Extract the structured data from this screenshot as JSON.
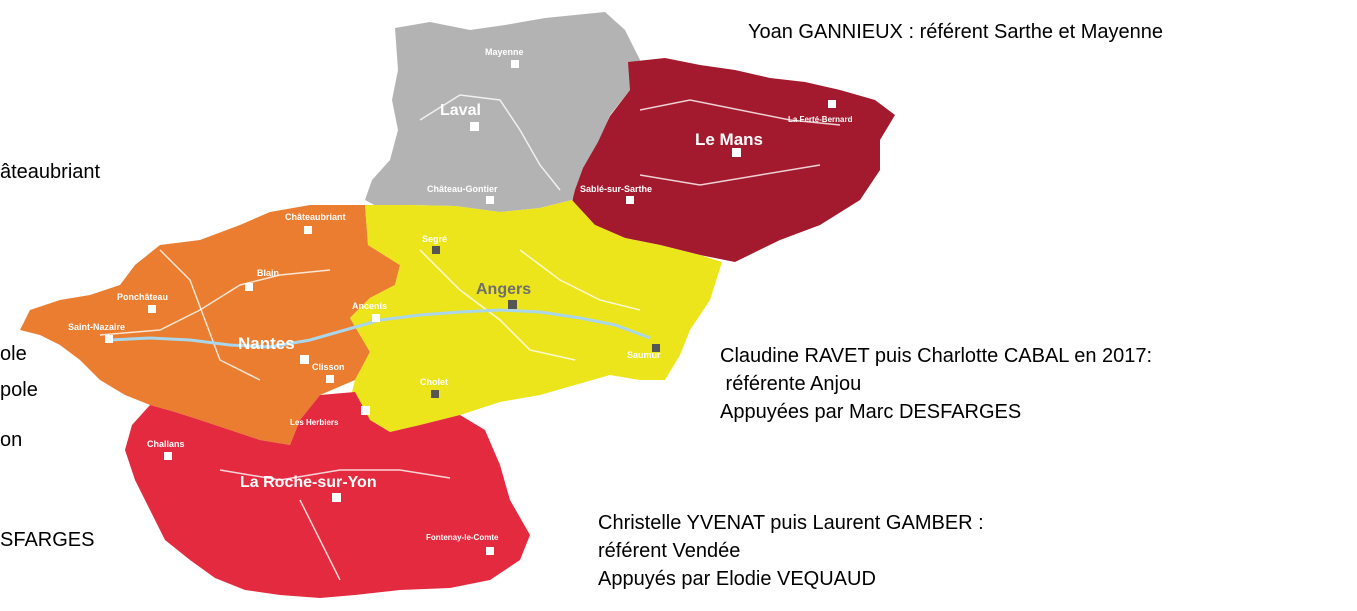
{
  "colors": {
    "mayenne": "#b3b3b3",
    "sarthe": "#a3192d",
    "loire_atlantique": "#ea7d2f",
    "maine_et_loire": "#ede51c",
    "vendee": "#e32a3e",
    "river": "#a9d6ea"
  },
  "cities": {
    "mayenne": "Mayenne",
    "laval": "Laval",
    "chateau_gontier": "Château-Gontier",
    "la_ferte_bernard": "La Ferté-Bernard",
    "le_mans": "Le Mans",
    "sable": "Sablé-sur-Sarthe",
    "chateaubriant": "Châteaubriant",
    "segre": "Segré",
    "blain": "Blain",
    "pontchateau": "Ponchâteau",
    "ancenis": "Ancenis",
    "angers": "Angers",
    "saint_nazaire": "Saint-Nazaire",
    "nantes": "Nantes",
    "saumur": "Saumur",
    "clisson": "Clisson",
    "cholet": "Cholet",
    "les_herbiers": "Les Herbiers",
    "challans": "Challans",
    "la_roche": "La Roche-sur-Yon",
    "fontenay": "Fontenay-le-Comte"
  },
  "annotations": {
    "sarthe_mayenne": "Yoan GANNIEUX : référent Sarthe et Mayenne",
    "anjou": [
      "Claudine RAVET puis Charlotte CABAL en 2017:",
      " référente Anjou",
      "Appuyées par Marc DESFARGES"
    ],
    "vendee": [
      "Christelle YVENAT puis Laurent GAMBER :",
      "référent Vendée",
      "Appuyés par Elodie VEQUAUD"
    ],
    "left_fragments": [
      "âteaubriant",
      "ole",
      "pole",
      "on",
      "SFARGES"
    ]
  }
}
